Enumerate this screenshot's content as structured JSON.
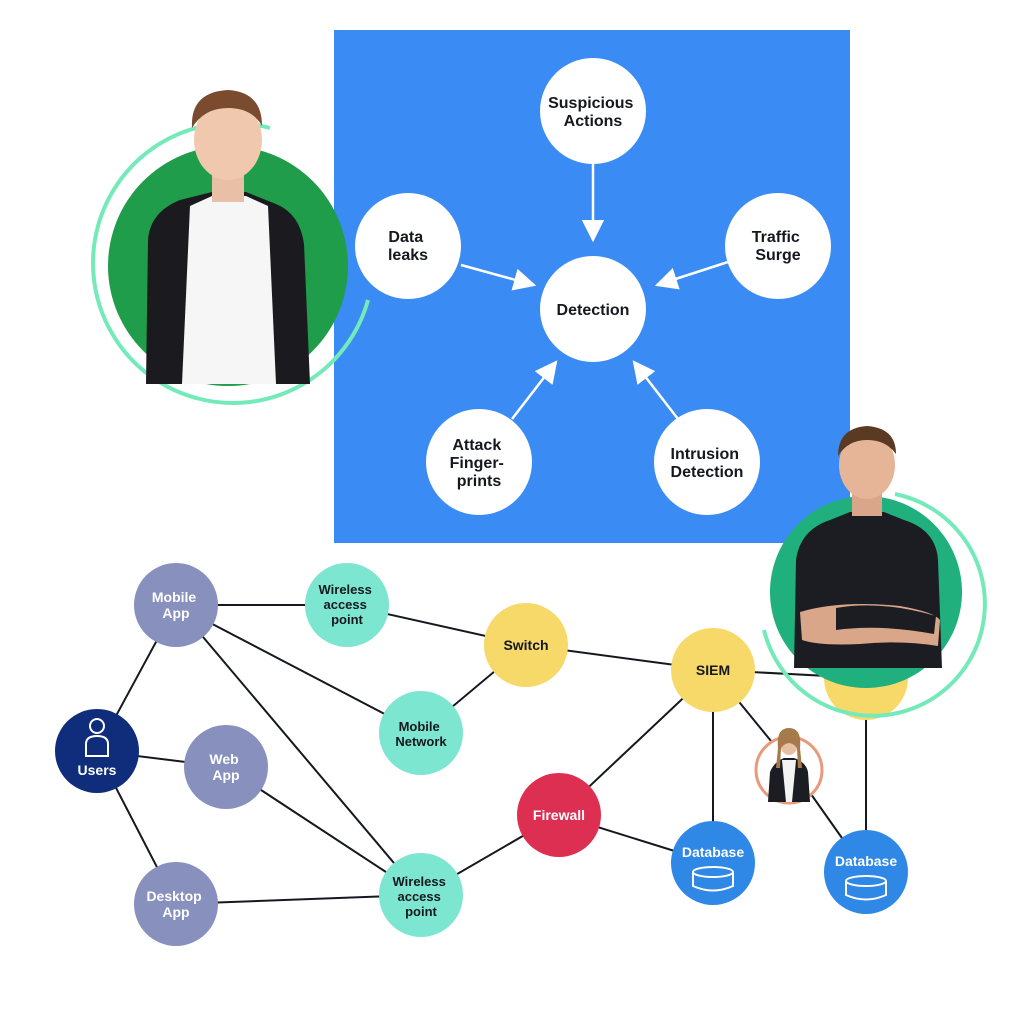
{
  "colors": {
    "panel_blue": "#3b8bf5",
    "slate_node": "#8891bd",
    "teal_node": "#7de6d1",
    "yellow_node": "#f7d96a",
    "navy_node": "#0f2d7a",
    "red_node": "#dd2f51",
    "blue_node": "#2f87e6",
    "green_avatar_bg": "#1f9d4a",
    "mint_ring": "#74e9b9",
    "teal_avatar_bg": "#20b07e"
  },
  "detection_diagram": {
    "center": "Detection",
    "inputs": [
      {
        "id": "suspicious",
        "lines": [
          "Suspicious",
          "Actions"
        ]
      },
      {
        "id": "data-leaks",
        "lines": [
          "Data",
          "leaks"
        ]
      },
      {
        "id": "traffic",
        "lines": [
          "Traffic",
          "Surge"
        ]
      },
      {
        "id": "attack",
        "lines": [
          "Attack",
          "Finger-",
          "prints"
        ]
      },
      {
        "id": "intrusion",
        "lines": [
          "Intrusion",
          "Detection"
        ]
      }
    ]
  },
  "network_diagram": {
    "nodes": [
      {
        "id": "mobile-app",
        "lines": [
          "Mobile",
          "App"
        ],
        "kind": "slate"
      },
      {
        "id": "web-app",
        "lines": [
          "Web",
          "App"
        ],
        "kind": "slate"
      },
      {
        "id": "desktop-app",
        "lines": [
          "Desktop",
          "App"
        ],
        "kind": "slate"
      },
      {
        "id": "users",
        "lines": [
          "Users"
        ],
        "kind": "navy",
        "icon": "user-icon"
      },
      {
        "id": "wap-top",
        "lines": [
          "Wireless",
          "access",
          "point"
        ],
        "kind": "teal"
      },
      {
        "id": "mobile-network",
        "lines": [
          "Mobile",
          "Network"
        ],
        "kind": "teal"
      },
      {
        "id": "wap-bottom",
        "lines": [
          "Wireless",
          "access",
          "point"
        ],
        "kind": "teal"
      },
      {
        "id": "switch",
        "lines": [
          "Switch"
        ],
        "kind": "yellow"
      },
      {
        "id": "siem",
        "lines": [
          "SIEM"
        ],
        "kind": "yellow"
      },
      {
        "id": "yellow-hidden",
        "lines": [],
        "kind": "yellow"
      },
      {
        "id": "firewall",
        "lines": [
          "Firewall"
        ],
        "kind": "red"
      },
      {
        "id": "database-1",
        "lines": [
          "Database"
        ],
        "kind": "blue",
        "icon": "database-icon"
      },
      {
        "id": "database-2",
        "lines": [
          "Database"
        ],
        "kind": "blue",
        "icon": "database-icon"
      }
    ],
    "edges": [
      [
        "mobile-app",
        "wap-top"
      ],
      [
        "mobile-app",
        "mobile-network"
      ],
      [
        "mobile-app",
        "wap-bottom"
      ],
      [
        "mobile-app",
        "users"
      ],
      [
        "users",
        "web-app"
      ],
      [
        "users",
        "desktop-app"
      ],
      [
        "web-app",
        "wap-bottom"
      ],
      [
        "desktop-app",
        "wap-bottom"
      ],
      [
        "wap-top",
        "switch"
      ],
      [
        "mobile-network",
        "switch"
      ],
      [
        "switch",
        "siem"
      ],
      [
        "siem",
        "yellow-hidden"
      ],
      [
        "siem",
        "firewall"
      ],
      [
        "siem",
        "database-1"
      ],
      [
        "siem",
        "avatar-woman"
      ],
      [
        "avatar-woman",
        "database-2"
      ],
      [
        "yellow-hidden",
        "database-2"
      ],
      [
        "wap-bottom",
        "firewall"
      ],
      [
        "firewall",
        "database-1"
      ]
    ]
  },
  "avatars": [
    {
      "id": "avatar-man-left",
      "icon": "person-photo"
    },
    {
      "id": "avatar-man-right",
      "icon": "person-photo"
    },
    {
      "id": "avatar-woman",
      "icon": "person-photo"
    }
  ]
}
